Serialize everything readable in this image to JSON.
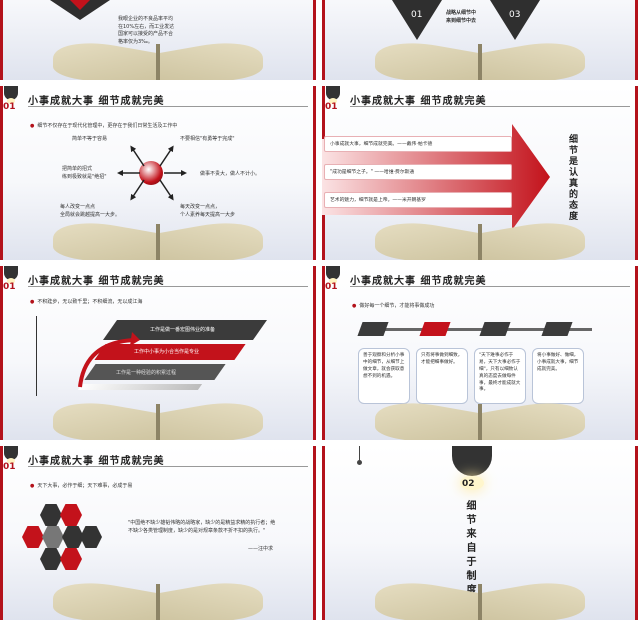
{
  "slides": {
    "s1": {
      "text": "我眼企业的不良品率平均\n在10%左右，而工业发达\n国家可以接受的产品不合\n格率仅为3‰。"
    },
    "s2": {
      "left_num": "01",
      "right_num": "03",
      "center_text": "战略从细节中\n来到细节中去"
    },
    "s3": {
      "num": "01",
      "title": "小事成就大事  细节成就完美",
      "bullet": "细节不仅存在于现代化管理中，更存在于我们日常生活及工作中",
      "items": [
        "简单不等于容易",
        "不要相信\"有勇等于完成\"",
        "把简单的招式\n练到极致就是\"绝招\"",
        "做事不贵大，做人不计小。",
        "每人改变一点点\n全局就会跳越提高一大步。",
        "每天改变一点点，\n个人素养每天提高一大步"
      ]
    },
    "s4": {
      "num": "01",
      "title": "小事成就大事  细节成就完美",
      "quotes": [
        "小事成就大事，细节成就完美。——戴伟·帕卡德",
        "\"成功是细节之子。\"  ——哈维·费尔斯通",
        "艺术的魅力，细节就是上帝。——米开朗基罗"
      ],
      "side_text": "细节是认真的态度"
    },
    "s5": {
      "num": "01",
      "title": "小事成就大事  细节成就完美",
      "bullet": "不积跬步，无以致千里；不积细流，无以成江海",
      "layers": [
        "工作是一种经验的积累过程",
        "工作是做一番宏图伟业的准备",
        "工作中小事为小合当作是专业"
      ]
    },
    "s6": {
      "num": "01",
      "title": "小事成就大事  细节成就完美",
      "bullet": "做好每一个细节，才能将事做成功",
      "boxes": [
        "善于观察和分析小事中的细节，从细节上做文章，就会获取意想不到的机遇。",
        "只有将事做到细致，才能把细事做好。",
        "\"天下难事必作于易，天下大事必作于细\"，只有以细致认真的态度去做每件事，最终才能成就大事。",
        "将小事做好、做细，小事成就大事，细节成就完美。"
      ]
    },
    "s7": {
      "num": "01",
      "title": "小事成就大事  细节成就完美",
      "bullet": "天下大事，必作于细；天下难事，必成于易",
      "quote": "\"中国绝不缺少雄韬伟略的战略家，缺少的是精益求精的执行者；绝不缺少各类管理制度，缺少的是对规章条款不折不扣的执行。\"",
      "author": "——汪中求"
    },
    "s8": {
      "num": "02",
      "side_text": "细节来自于制度"
    }
  },
  "colors": {
    "accent": "#b3121b",
    "dark": "#333333"
  }
}
